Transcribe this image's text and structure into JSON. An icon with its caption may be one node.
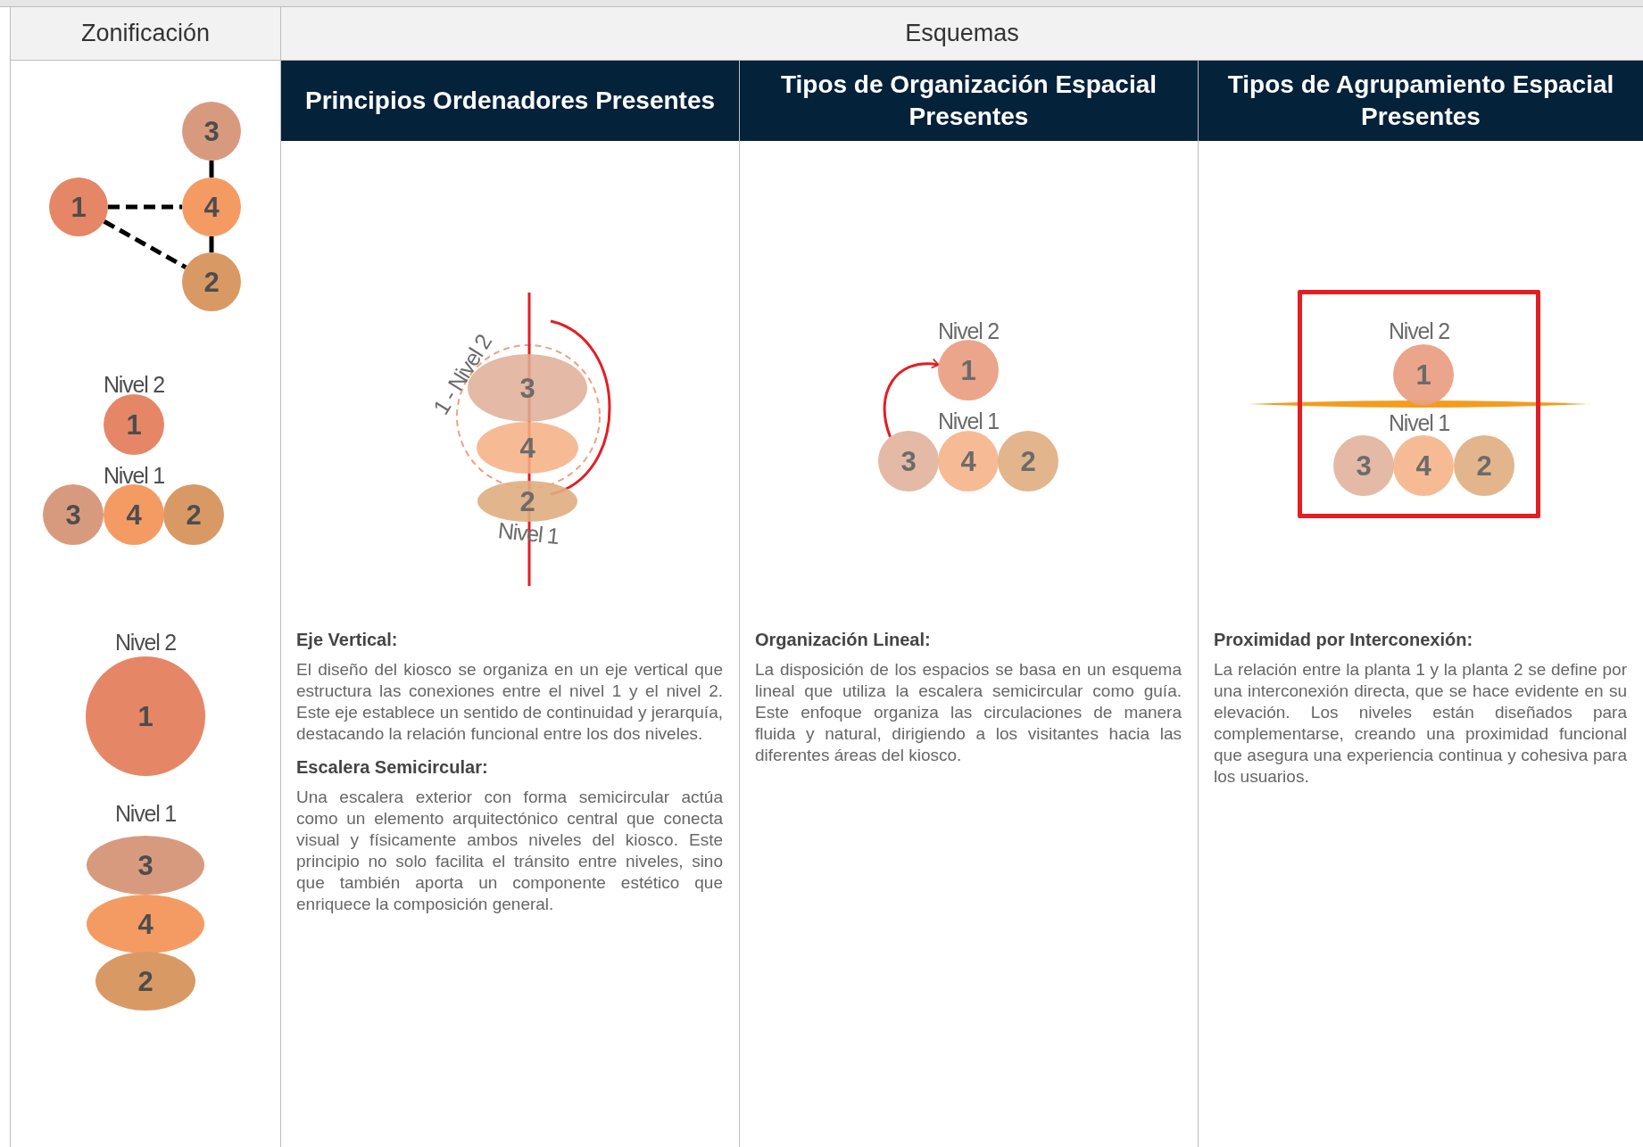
{
  "diagram": {
    "nodes": [
      {
        "text": [
          "3"
        ]
      },
      {
        "text": [
          "1"
        ]
      },
      {
        "text": [
          "4"
        ]
      },
      {
        "text": [
          "2"
        ]
      },
      {
        "text": [
          "1"
        ],
        "beside": [
          "Nivel 2"
        ]
      },
      {
        "text": [
          "3"
        ]
      },
      {
        "text": [
          "4"
        ],
        "beside": [
          "Nivel 1"
        ]
      },
      {
        "text": [
          "2"
        ]
      },
      {
        "text": [
          "1"
        ],
        "beside": [
          "Nivel 2"
        ]
      },
      {
        "text": [
          "3"
        ],
        "beside": [
          "Nivel 1"
        ]
      },
      {
        "text": [
          "4"
        ]
      },
      {
        "text": [
          "2"
        ]
      },
      {
        "text": [
          "3"
        ],
        "beside": [
          "1 - Nivel 2"
        ]
      },
      {
        "text": [
          "4"
        ]
      },
      {
        "text": [
          "2"
        ],
        "beside": [
          "Nivel 1"
        ]
      },
      {
        "text": [
          "1"
        ],
        "beside": [
          "Nivel 2"
        ]
      },
      {
        "text": [
          "3"
        ]
      },
      {
        "text": [
          "4"
        ],
        "beside": [
          "Nivel 1"
        ]
      },
      {
        "text": [
          "2"
        ]
      },
      {
        "text": [],
        "shape": "box"
      },
      {
        "text": [
          "1"
        ],
        "in": 19,
        "beside": [
          "Nivel 2"
        ]
      },
      {
        "text": [
          "3"
        ],
        "in": 19
      },
      {
        "text": [
          "4"
        ],
        "in": 19,
        "beside": [
          "Nivel 1"
        ]
      },
      {
        "text": [
          "2"
        ],
        "in": 19
      }
    ],
    "edges": [
      {
        "from": 0,
        "to": 2,
        "arrow": "none"
      },
      {
        "from": 1,
        "to": 2,
        "arrow": "none",
        "style": "dashed"
      },
      {
        "from": 1,
        "to": 3,
        "arrow": "none",
        "style": "dashed"
      },
      {
        "from": 2,
        "to": 3,
        "arrow": "none"
      },
      {
        "from": 16,
        "to": 15,
        "arrow": "to",
        "color": "#e31e24"
      }
    ],
    "labels": [
      "Zonificación",
      "Esquemas",
      "Principios Ordenadores Presentes",
      "Tipos de Organización Espacial Presentes",
      "Tipos de Agrupamiento Espacial Presentes",
      "Eje Vertical:",
      "El diseño del kiosco se organiza en un eje vertical que estructura las conexiones entre el nivel 1 y el nivel 2. Este eje establece un sentido de continuidad y jerarquía, destacando la relación funcional entre los dos niveles.",
      "Escalera Semicircular:",
      "Una escalera exterior con forma semicircular actúa como un elemento arquitectónico central que conecta visual y físicamente ambos niveles del kiosco. Este principio no solo facilita el tránsito entre niveles, sino que también aporta un componente estético que enriquece la composición general.",
      "Organización Lineal:",
      "La disposición de los espacios se basa en un esquema lineal que utiliza la escalera semicircular como guía. Este enfoque organiza las circulaciones de manera fluida y natural, dirigiendo a los visitantes hacia las diferentes áreas del kiosco.",
      "Proximidad por Interconexión:",
      "La relación entre la planta 1 y la planta 2 se define por una interconexión directa, que se hace evidente en su elevación. Los niveles están diseñados para complementarse, creando una proximidad funcional que asegura una experiencia continua y cohesiva para los usuarios."
    ]
  }
}
